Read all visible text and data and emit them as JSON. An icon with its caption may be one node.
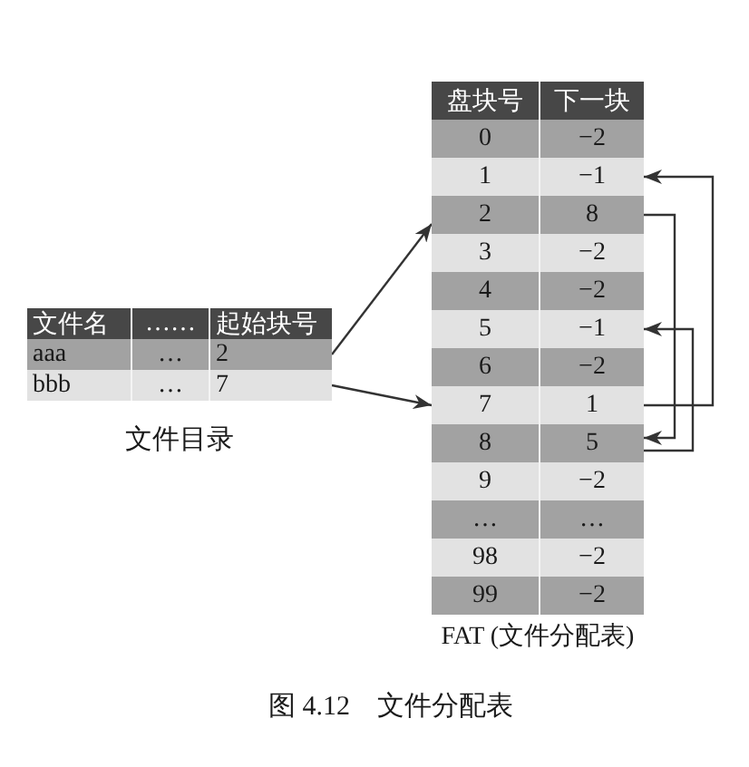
{
  "diagram": {
    "caption": "图 4.12　文件分配表",
    "nodes": [
      {
        "text": [
          "文件目录"
        ]
      },
      {
        "text": [
          "文件名",
          "……",
          "起始块号"
        ],
        "in": 0
      },
      {
        "text": [
          "aaa",
          "…",
          "2"
        ],
        "in": 0
      },
      {
        "text": [
          "bbb",
          "…",
          "7"
        ],
        "in": 0
      },
      {
        "text": [
          "FAT (文件分配表)"
        ]
      },
      {
        "text": [
          "盘块号",
          "下一块"
        ],
        "in": 4
      },
      {
        "text": [
          "0",
          "−2"
        ],
        "in": 4
      },
      {
        "text": [
          "1",
          "−1"
        ],
        "in": 4
      },
      {
        "text": [
          "2",
          "8"
        ],
        "in": 4
      },
      {
        "text": [
          "3",
          "−2"
        ],
        "in": 4
      },
      {
        "text": [
          "4",
          "−2"
        ],
        "in": 4
      },
      {
        "text": [
          "5",
          "−1"
        ],
        "in": 4
      },
      {
        "text": [
          "6",
          "−2"
        ],
        "in": 4
      },
      {
        "text": [
          "7",
          "1"
        ],
        "in": 4
      },
      {
        "text": [
          "8",
          "5"
        ],
        "in": 4
      },
      {
        "text": [
          "9",
          "−2"
        ],
        "in": 4
      },
      {
        "text": [
          "…",
          "…"
        ],
        "in": 4
      },
      {
        "text": [
          "98",
          "−2"
        ],
        "in": 4
      },
      {
        "text": [
          "99",
          "−2"
        ],
        "in": 4
      }
    ],
    "edges": [
      {
        "from": 2,
        "to": 8,
        "arrow": "to"
      },
      {
        "from": 3,
        "to": 13,
        "arrow": "to"
      },
      {
        "from": 13,
        "to": 7,
        "arrow": "to"
      },
      {
        "from": 8,
        "to": 14,
        "arrow": "to"
      },
      {
        "from": 14,
        "to": 11,
        "arrow": "to"
      }
    ]
  }
}
